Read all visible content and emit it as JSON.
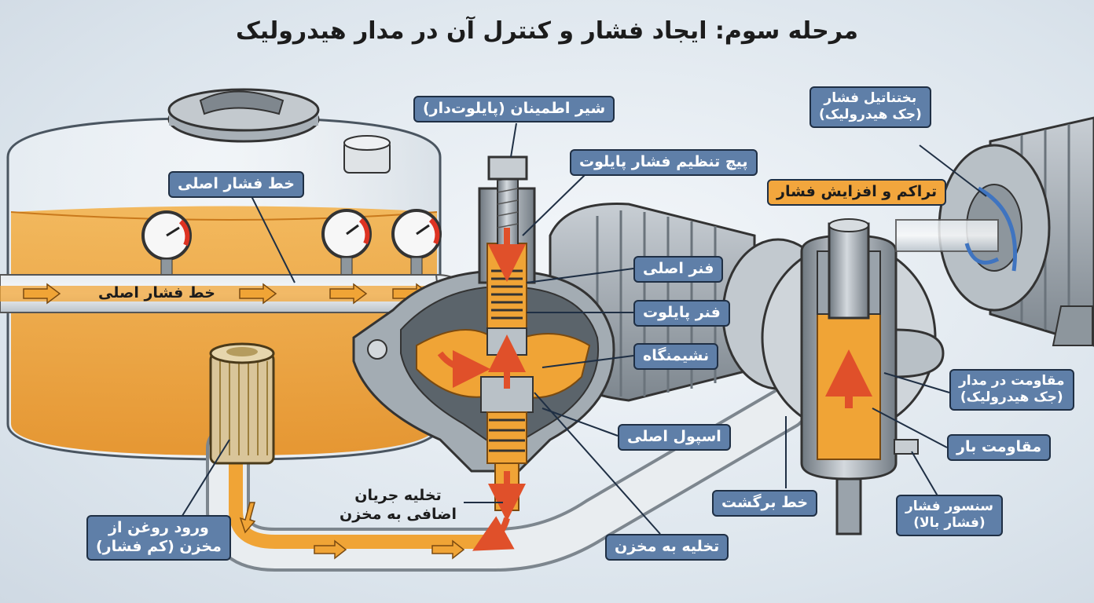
{
  "title": "مرحله سوم: ایجاد فشار و کنترل آن در مدار هیدرولیک",
  "labels": {
    "relief_valve": "شیر اطمینان (پایلوت‌دار)",
    "pilot_screw": "پیچ تنظیم فشار پایلوت",
    "main_line_top": "خط فشار اصلی",
    "main_line_pipe": "خط فشار اصلی",
    "main_spring": "فنر اصلی",
    "pilot_spring": "فنر پایلوت",
    "seat": "نشیمنگاه",
    "main_spool": "اسپول اصلی",
    "drain_to_tank": "تخلیه به مخزن",
    "return_line": "خط برگشت",
    "excess_flow_l1": "تخلیه جریان",
    "excess_flow_l2": "اضافی به مخزن",
    "oil_inlet_l1": "ورود روغن از",
    "oil_inlet_l2": "مخزن (کم فشار)",
    "actuator_l1": "بختناتیل فشار",
    "actuator_l2": "(جک هیدرولیک)",
    "accumulate": "تراکم و افزایش فشار",
    "circuit_resist_l1": "مقاومت در مدار",
    "circuit_resist_l2": "(جک هیدرولیک)",
    "load_resist": "مقاومت بار",
    "sensor_l1": "سنسور فشار",
    "sensor_l2": "(فشار بالا)"
  },
  "colors": {
    "oil": "#f0a436",
    "label_bg": "#5f7fa8",
    "label_border": "#1f2f44",
    "accent_orange": "#f2a63d",
    "arrow_red": "#e0502a",
    "metal": "#9aa3ab"
  }
}
